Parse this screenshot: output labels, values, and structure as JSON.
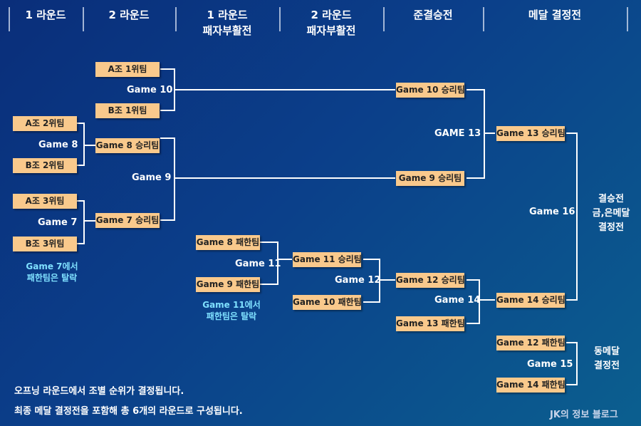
{
  "headers": [
    "1 라운드",
    "2 라운드",
    "1 라운드\n패자부활전",
    "2 라운드\n패자부활전",
    "준결승전",
    "메달 결정전"
  ],
  "boxes": {
    "a1": "A조 1위팀",
    "b1": "B조 1위팀",
    "a2": "A조 2위팀",
    "b2": "B조 2위팀",
    "a3": "A조 3위팀",
    "b3": "B조 3위팀",
    "g8w": "Game 8 승리팀",
    "g7w": "Game 7 승리팀",
    "g8l": "Game 8 패한팀",
    "g9l": "Game 9 패한팀",
    "g11w": "Game 11 승리팀",
    "g10l": "Game 10 패한팀",
    "g10w": "Game 10 승리팀",
    "g9w": "Game 9 승리팀",
    "g12w": "Game 12 승리팀",
    "g13l": "Game 13 패한팀",
    "g13w": "Game 13 승리팀",
    "g14w": "Game 14 승리팀",
    "g12l": "Game 12 패한팀",
    "g14l": "Game 14 패한팀"
  },
  "games": {
    "g10": "Game 10",
    "g8": "Game 8",
    "g9": "Game 9",
    "g7": "Game 7",
    "g11": "Game 11",
    "g12": "Game 12",
    "g13": "GAME 13",
    "g14": "Game 14",
    "g16": "Game 16",
    "g15": "Game 15"
  },
  "notes": {
    "g7_elim": "Game 7에서\n패한팀은 탈락",
    "g11_elim": "Game 11에서\n패한팀은 탈락"
  },
  "finals": {
    "gold": "결승전\n금,은메달\n결정전",
    "bronze": "동메달\n결정전"
  },
  "footer": {
    "line1": "오프닝 라운드에서 조별 순위가 결정됩니다.",
    "line2": "최종 메달 결정전을 포함해 총 6개의 라운드로 구성됩니다."
  },
  "brand": "JK의 정보 블로그",
  "colors": {
    "box": "#f9c98c",
    "line": "#ffffff",
    "note": "#7fe0ff"
  }
}
